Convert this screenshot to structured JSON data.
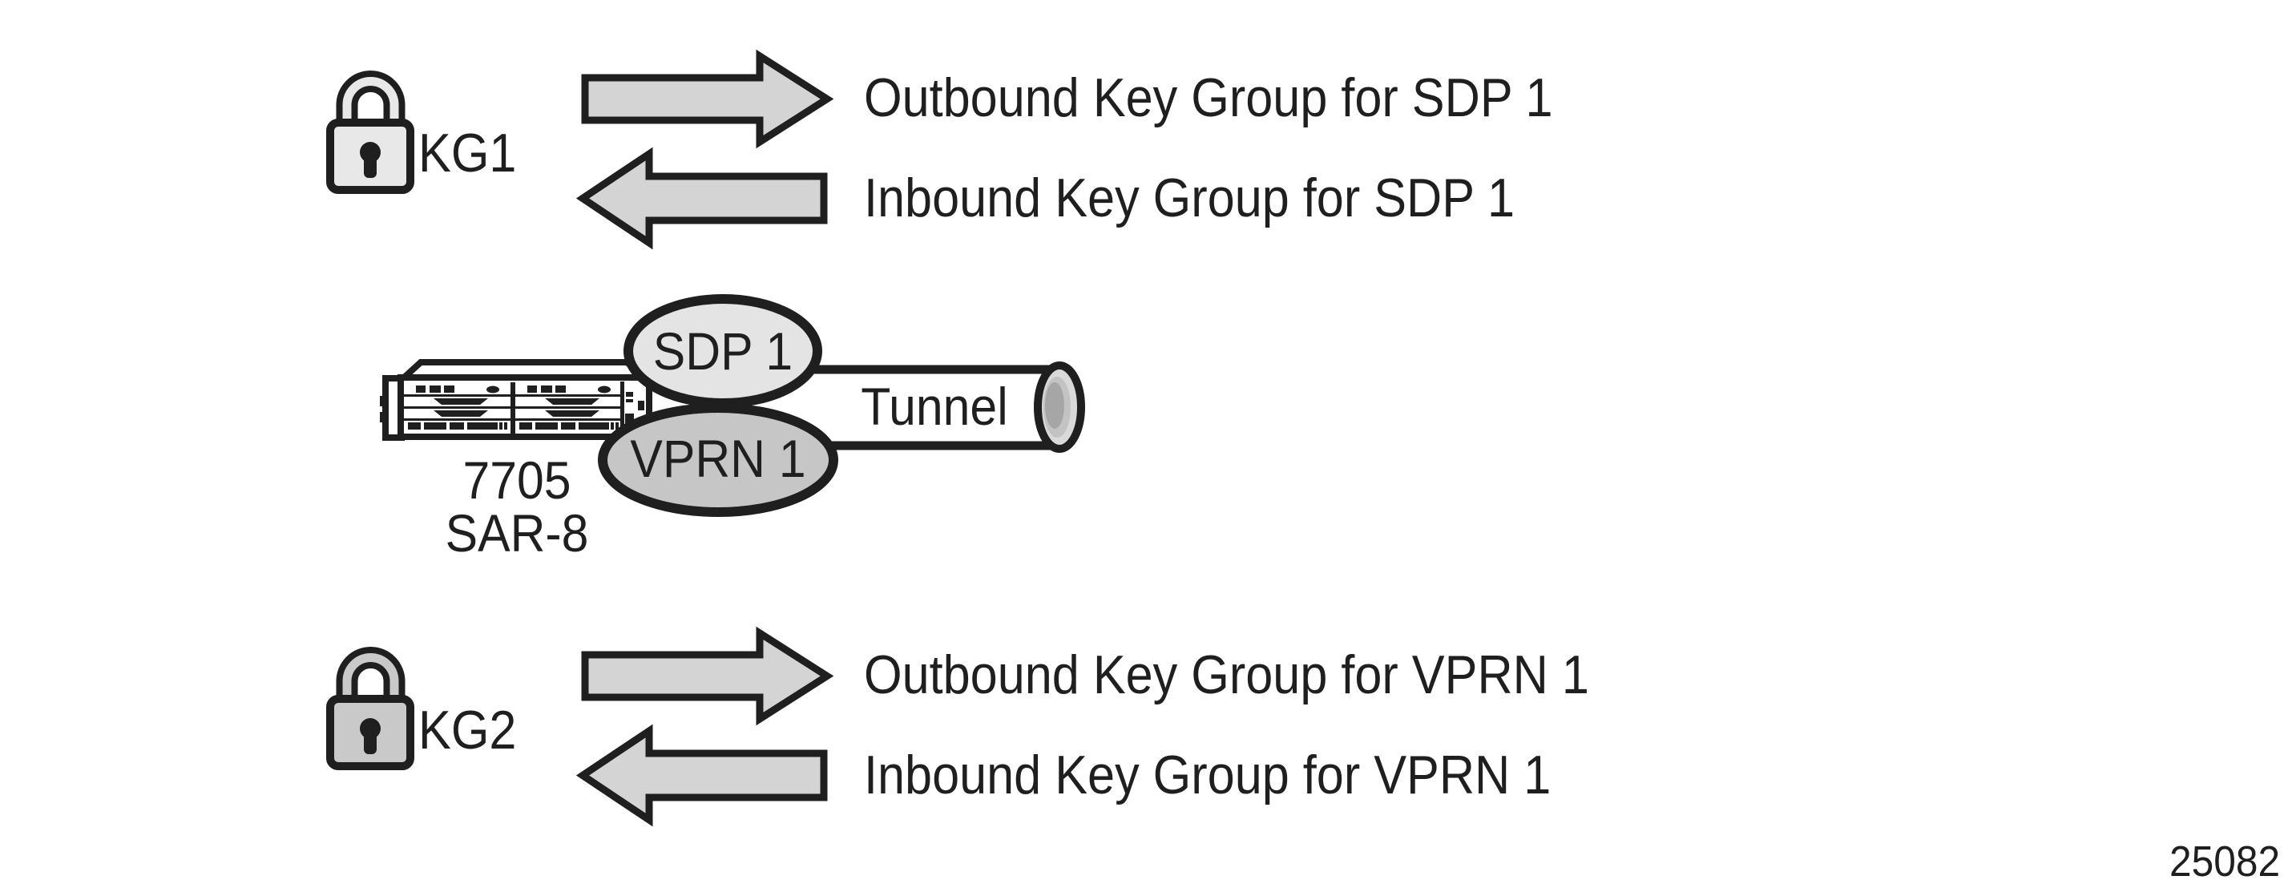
{
  "diagram": {
    "key_groups": [
      {
        "label": "KG1",
        "outbound": "Outbound Key Group for SDP 1",
        "inbound": "Inbound Key Group for SDP 1"
      },
      {
        "label": "KG2",
        "outbound": "Outbound Key Group for VPRN 1",
        "inbound": "Inbound Key Group for VPRN 1"
      }
    ],
    "router": {
      "label_line1": "7705",
      "label_line2": "SAR-8"
    },
    "services": {
      "sdp": "SDP 1",
      "vprn": "VPRN 1"
    },
    "tunnel": {
      "label": "Tunnel"
    },
    "figure_number": "25082"
  },
  "icons": {
    "kg1": "padlock-icon",
    "kg2": "padlock-icon",
    "outbound": "arrow-right-icon",
    "inbound": "arrow-left-icon",
    "router": "router-chassis-illustration",
    "tunnel": "tunnel-cylinder"
  },
  "colors": {
    "ink": "#1f1f1f",
    "background": "#ffffff",
    "arrow_fill": "#d4d4d4",
    "lock1_body": "#e8e8e8",
    "lock2_body": "#c9c9c9",
    "sdp_fill": "#e4e4e4",
    "vprn_fill": "#c6c6c6",
    "tunnel_body": "#ffffff",
    "tunnel_cap_ring": "#d9d9d9",
    "tunnel_cap_mid": "#c3c3c3",
    "tunnel_cap_hole": "#a6a6a6"
  }
}
